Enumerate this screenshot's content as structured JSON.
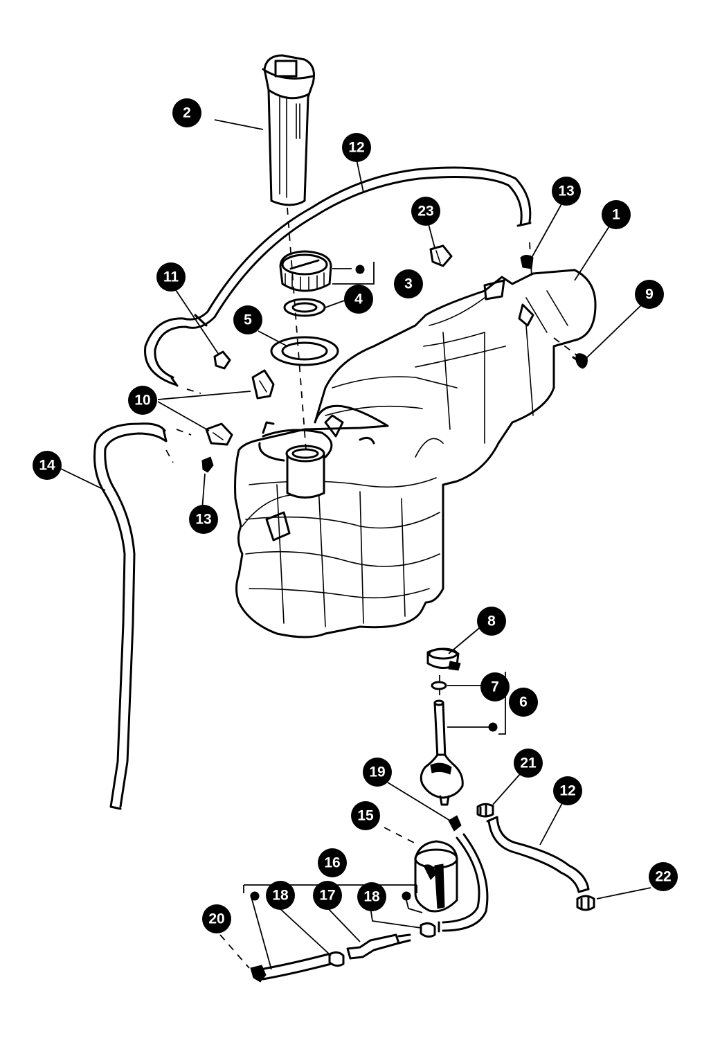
{
  "callouts": [
    {
      "label": "1"
    },
    {
      "label": "2"
    },
    {
      "label": "3"
    },
    {
      "label": "4"
    },
    {
      "label": "5"
    },
    {
      "label": "6"
    },
    {
      "label": "7"
    },
    {
      "label": "8"
    },
    {
      "label": "9"
    },
    {
      "label": "10"
    },
    {
      "label": "11"
    },
    {
      "label": "12"
    },
    {
      "label": "12"
    },
    {
      "label": "13"
    },
    {
      "label": "13"
    },
    {
      "label": "14"
    },
    {
      "label": "15"
    },
    {
      "label": "16"
    },
    {
      "label": "17"
    },
    {
      "label": "18"
    },
    {
      "label": "18"
    },
    {
      "label": "19"
    },
    {
      "label": "20"
    },
    {
      "label": "21"
    },
    {
      "label": "22"
    },
    {
      "label": "23"
    }
  ]
}
